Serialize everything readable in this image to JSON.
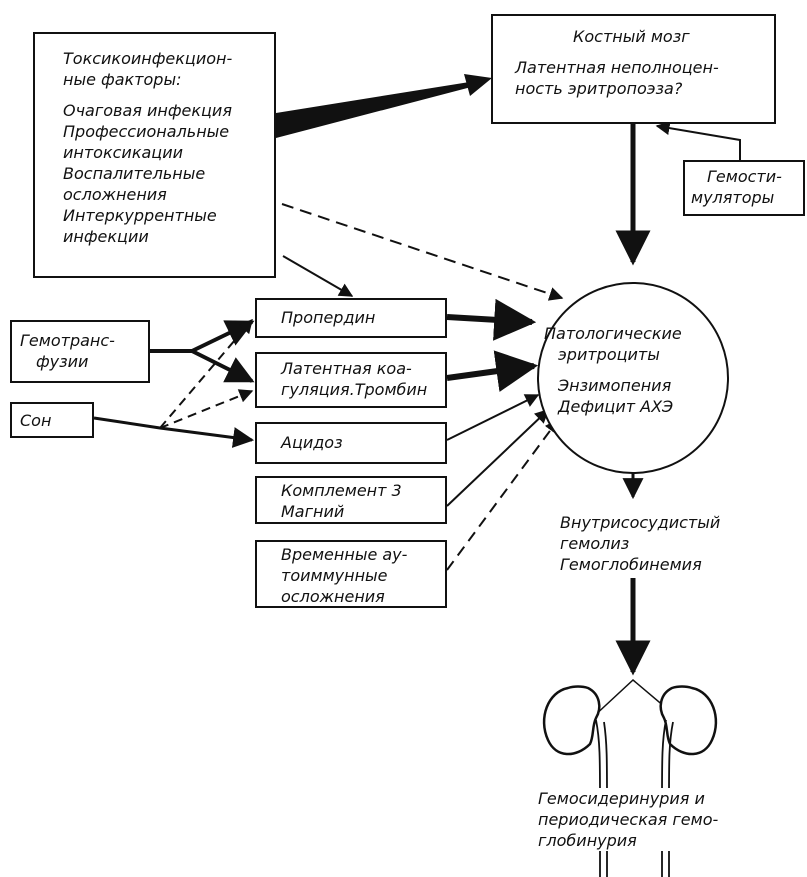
{
  "toxic_box": {
    "title_lines": [
      "Токсикоинфекцион-",
      "ные факторы:"
    ],
    "item_lines": [
      "Очаговая инфекция",
      "Профессиональные",
      "интоксикации",
      "Воспалительные",
      "осложнения",
      "Интеркуррентные",
      "инфекции"
    ]
  },
  "bone_marrow_box": {
    "title": "Костный мозг",
    "lines": [
      "Латентная неполноцен-",
      "ность эритропоэза?"
    ]
  },
  "hemostim_box": {
    "lines": [
      "Гемости-",
      "муляторы"
    ]
  },
  "hemotransfusion_box": {
    "lines": [
      "Гемотранс-",
      "фузии"
    ]
  },
  "sleep_box": {
    "label": "Сон"
  },
  "properdin_box": {
    "label": "Пропердин"
  },
  "coagulation_box": {
    "lines": [
      "Латентная коа-",
      "гуляция.Тромбин"
    ]
  },
  "acidosis_box": {
    "label": "Ацидоз"
  },
  "complement_box": {
    "lines": [
      "Комплемент 3",
      "Магний"
    ]
  },
  "autoimmune_box": {
    "lines": [
      "Временные ау-",
      "тоиммунные",
      "осложнения"
    ]
  },
  "pathological_circle": {
    "lines": [
      "Патологические",
      "эритроциты"
    ],
    "sub_lines": [
      "Энзимопения",
      "Дефицит АХЭ"
    ]
  },
  "hemolysis_text": {
    "lines": [
      "Внутрисосудистый",
      "гемолиз",
      "Гемоглобинемия"
    ]
  },
  "hemosiderin_text": {
    "lines": [
      "Гемосидеринурия и",
      "периодическая гемо-",
      "глобинурия"
    ]
  }
}
